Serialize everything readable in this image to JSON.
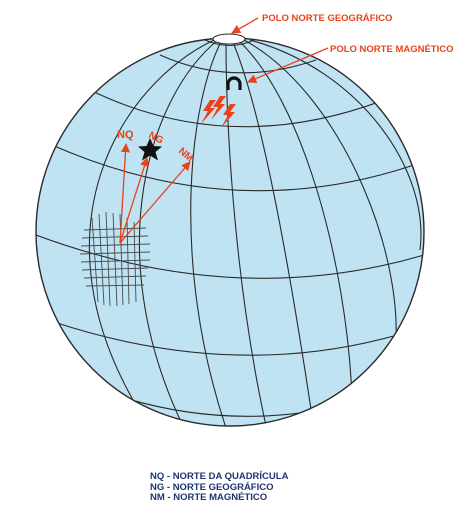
{
  "labels": {
    "geo_pole": "POLO NORTE GEOGRÁFICO",
    "mag_pole": "POLO NORTE MAGNÉTICO",
    "nq": "NQ",
    "ng": "NG",
    "nm": "NM"
  },
  "legend": [
    "NQ - NORTE DA QUADRÍCULA",
    "NG - NORTE GEOGRÁFICO",
    "NM - NORTE MAGNÉTICO"
  ],
  "colors": {
    "globe_fill": "#bfe3f3",
    "grid_lines": "#2a2a2a",
    "arrow_red": "#e8431b",
    "legend_text": "#1f3472",
    "star": "#111111"
  },
  "icons": {
    "magnetic_pole": "horseshoe-magnet-icon",
    "geographic_north": "star-icon",
    "magnetic_field": "lightning-bolt-icon"
  }
}
